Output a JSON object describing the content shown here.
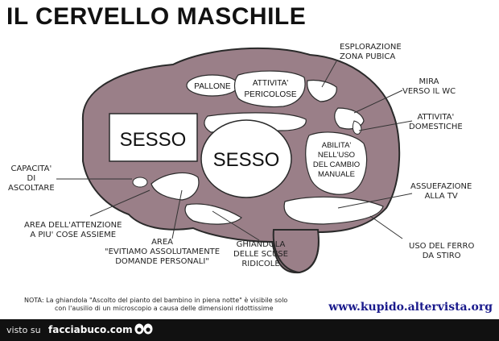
{
  "title": "IL CERVELLO MASCHILE",
  "regions": {
    "sesso_big": "SESSO",
    "sesso_box": "SESSO",
    "pallone": "PALLONE",
    "attivita_pericolose": [
      "ATTIVITA'",
      "PERICOLOSE"
    ]
  },
  "callouts": {
    "esplorazione": [
      "ESPLORAZIONE",
      "ZONA PUBICA"
    ],
    "mira": [
      "MIRA",
      "VERSO IL WC"
    ],
    "attivita_domestiche": [
      "ATTIVITA'",
      "DOMESTICHE"
    ],
    "abilita": [
      "ABILITA'",
      "NELL'USO",
      "DEL CAMBIO",
      "MANUALE"
    ],
    "assuefazione": [
      "ASSUEFAZIONE",
      "ALLA TV"
    ],
    "ferro": [
      "USO DEL FERRO",
      "DA STIRO"
    ],
    "ghiandola": [
      "GHIANDOLA",
      "DELLE SCUSE",
      "RIDICOLE"
    ],
    "area_evitiamo": [
      "AREA",
      "\"EVITIAMO ASSOLUTAMENTE",
      "DOMANDE PERSONALI\""
    ],
    "attenzione": [
      "AREA DELL'ATTENZIONE",
      "A PIU' COSE ASSIEME"
    ],
    "ascoltare": [
      "CAPACITA'",
      "DI",
      "ASCOLTARE"
    ]
  },
  "note": {
    "line1": "NOTA: La ghiandola \"Ascolto del pianto del bambino in piena notte\" è visibile solo",
    "line2": "con l'ausilio di un microscopio a causa delle dimensioni ridottissime"
  },
  "website": "www.kupido.altervista.org",
  "footer": {
    "visto": "visto su",
    "brand": "facciabuco.com"
  },
  "colors": {
    "brain_fill": "#9a7f88",
    "brain_stroke": "#2a2a2a",
    "region_fill": "#ffffff",
    "link_color": "#1a1a8c",
    "footer_bg": "#111111"
  }
}
